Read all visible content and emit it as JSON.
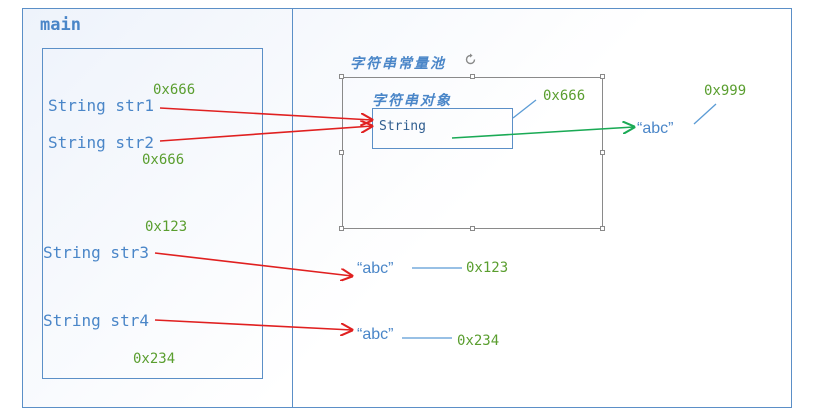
{
  "frame": {
    "label": "main"
  },
  "stack": {
    "vars": [
      {
        "name": "String str1",
        "addr": "0x666"
      },
      {
        "name": "String str2",
        "addr": "0x666"
      },
      {
        "name": "String str3",
        "addr": "0x123"
      },
      {
        "name": "String str4",
        "addr": "0x234"
      }
    ]
  },
  "heap": {
    "pool_label": "字符串常量池",
    "object_label": "字符串对象",
    "object_class": "String",
    "object_addr": "0x666",
    "pool_literal": "“abc”",
    "pool_literal_addr": "0x999",
    "literal_3": "“abc”",
    "literal_3_addr": "0x123",
    "literal_4": "“abc”",
    "literal_4_addr": "0x234"
  },
  "colors": {
    "frame_border": "#5b8fc7",
    "var_text": "#4a86c8",
    "address_text": "#5a9e2f",
    "reference_arrow": "#e02020",
    "object_arrow": "#1aaa55",
    "connector_line": "#5b9bd5",
    "pool_border": "#8a8a8a"
  },
  "icons": {
    "pool_handle": "rotate-icon"
  }
}
